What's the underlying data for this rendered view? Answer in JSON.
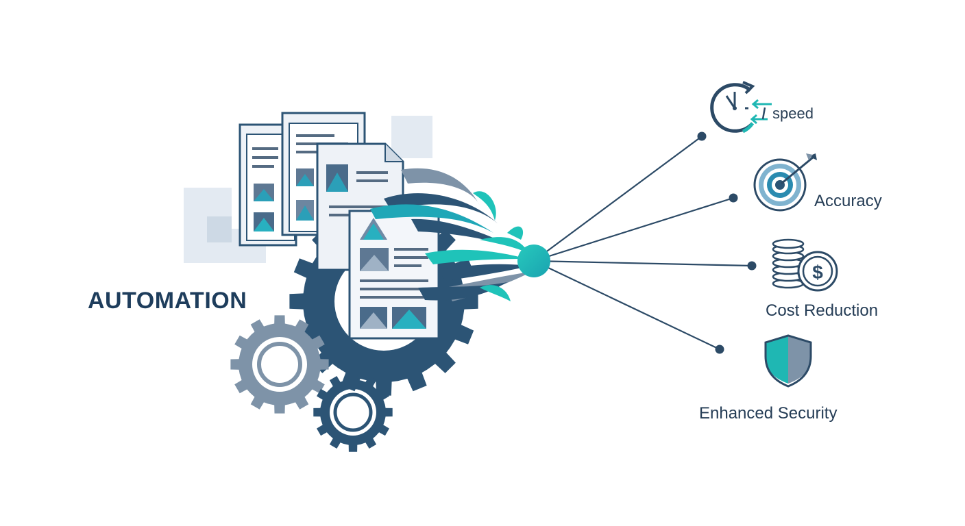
{
  "diagram": {
    "title": "AUTOMATION",
    "benefits": [
      {
        "label": "speed",
        "icon": "stopwatch-icon"
      },
      {
        "label": "Accuracy",
        "icon": "target-icon"
      },
      {
        "label": "Cost Reduction",
        "icon": "coin-stack-dollar-icon"
      },
      {
        "label": "Enhanced Security",
        "icon": "shield-icon"
      }
    ],
    "colors": {
      "navy": "#2c5475",
      "teal": "#1fc3b9",
      "steel": "#7e93a8",
      "pale_blue": "#dde5ee",
      "text": "#243c55"
    }
  }
}
